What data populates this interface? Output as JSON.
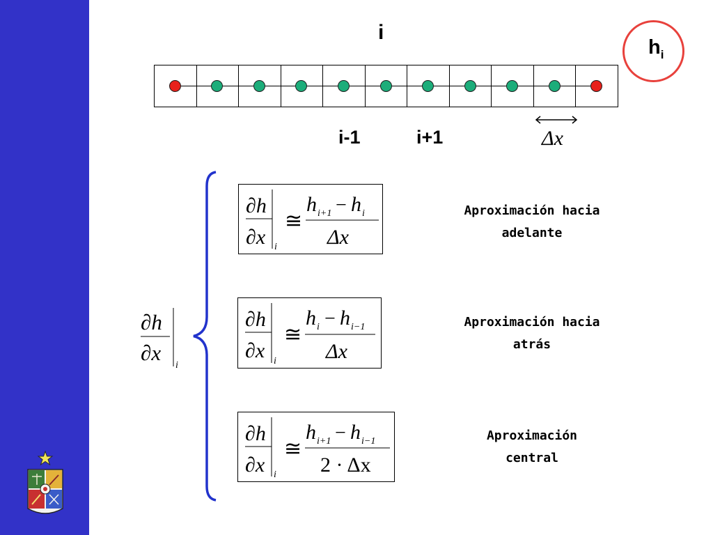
{
  "colors": {
    "sidebar": "#3232c8",
    "boundary_node": "#e8211b",
    "interior_node": "#1cad7a",
    "brace": "#2233cc",
    "highlight_circle": "#e8413c"
  },
  "grid": {
    "label_top": "i",
    "label_left": "i-1",
    "label_right": "i+1",
    "spacing_label": "Δx",
    "nodes": [
      "red",
      "green",
      "green",
      "green",
      "green",
      "green",
      "green",
      "green",
      "green",
      "green",
      "red"
    ]
  },
  "highlight": {
    "base": "h",
    "subscript": "i"
  },
  "formulas": {
    "lhs": {
      "num": "∂h",
      "den": "∂x",
      "sub": "i"
    },
    "forward": {
      "num_h1": "h",
      "num_s1": "i+1",
      "minus": "−",
      "num_h2": "h",
      "num_s2": "i",
      "den": "Δx",
      "approx": "≅"
    },
    "backward": {
      "num_h1": "h",
      "num_s1": "i",
      "minus": "−",
      "num_h2": "h",
      "num_s2": "i−1",
      "den": "Δx",
      "approx": "≅"
    },
    "central": {
      "num_h1": "h",
      "num_s1": "i+1",
      "minus": "−",
      "num_h2": "h",
      "num_s2": "i−1",
      "den": "2 · Δx",
      "approx": "≅"
    }
  },
  "descriptions": {
    "forward": [
      "Aproximación hacia",
      "adelante"
    ],
    "backward": [
      "Aproximación hacia",
      "atrás"
    ],
    "central": [
      "Aproximación",
      "central"
    ]
  },
  "logo": {
    "icon": "university-crest-icon"
  }
}
